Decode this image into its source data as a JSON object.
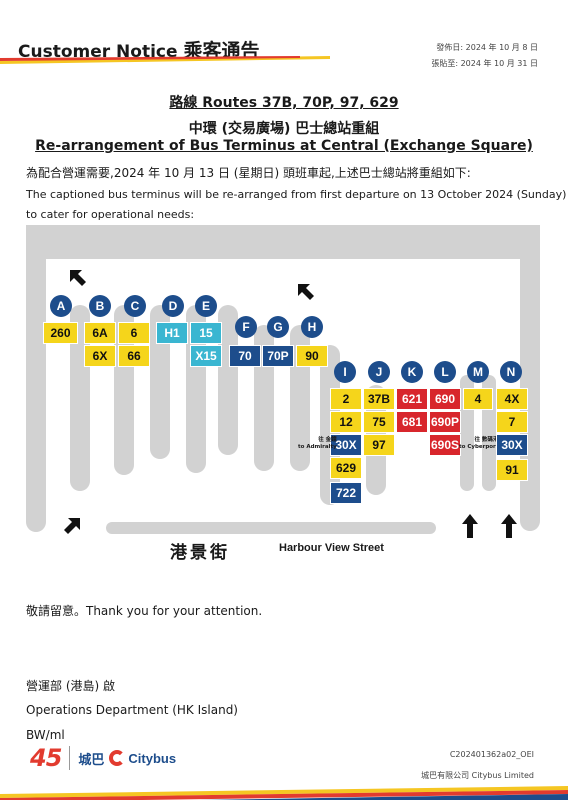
{
  "header": {
    "title_en": "Customer Notice",
    "title_zh": "乘客通告",
    "issue_date": "發佈日: 2024 年 10 月 8 日",
    "post_until": "張貼至: 2024 年 10 月 31 日"
  },
  "notice": {
    "routes_line": "路線  Routes 37B, 70P, 97, 629",
    "heading_zh": "中環 (交易廣場) 巴士總站重組",
    "heading_en": "Re-arrangement of Bus Terminus at Central (Exchange Square)",
    "body_zh": "為配合營運需要,2024 年 10 月 13 日 (星期日) 頭班車起,上述巴士總站將重組如下:",
    "body_en_1": "The captioned bus terminus will be re-arranged from first departure on 13 October 2024 (Sunday)",
    "body_en_2": "to cater for operational needs:"
  },
  "diagram": {
    "street_zh": "港景街",
    "street_en": "Harbour View Street",
    "stands": [
      {
        "label": "A",
        "routes": [
          {
            "no": "260",
            "color": "y"
          }
        ]
      },
      {
        "label": "B",
        "routes": [
          {
            "no": "6A",
            "color": "y"
          },
          {
            "no": "6X",
            "color": "y"
          }
        ]
      },
      {
        "label": "C",
        "routes": [
          {
            "no": "6",
            "color": "y"
          },
          {
            "no": "66",
            "color": "y"
          }
        ]
      },
      {
        "label": "D",
        "routes": [
          {
            "no": "H1",
            "color": "c"
          }
        ]
      },
      {
        "label": "E",
        "routes": [
          {
            "no": "15",
            "color": "c"
          },
          {
            "no": "X15",
            "color": "c"
          }
        ]
      },
      {
        "label": "F",
        "routes": [
          {
            "no": "70",
            "color": "b"
          }
        ]
      },
      {
        "label": "G",
        "routes": [
          {
            "no": "70P",
            "color": "b"
          }
        ]
      },
      {
        "label": "H",
        "routes": [
          {
            "no": "90",
            "color": "y"
          }
        ]
      },
      {
        "label": "I",
        "routes": [
          {
            "no": "2",
            "color": "y"
          },
          {
            "no": "12",
            "color": "y"
          },
          {
            "no": "30X",
            "color": "b"
          },
          {
            "no": "629",
            "color": "y"
          },
          {
            "no": "722",
            "color": "b"
          }
        ]
      },
      {
        "label": "J",
        "routes": [
          {
            "no": "37B",
            "color": "y"
          },
          {
            "no": "75",
            "color": "y"
          },
          {
            "no": "97",
            "color": "y"
          }
        ]
      },
      {
        "label": "K",
        "routes": [
          {
            "no": "621",
            "color": "r"
          },
          {
            "no": "681",
            "color": "r"
          }
        ]
      },
      {
        "label": "L",
        "routes": [
          {
            "no": "690",
            "color": "r"
          },
          {
            "no": "690P",
            "color": "r"
          },
          {
            "no": "690S",
            "color": "r"
          }
        ]
      },
      {
        "label": "M",
        "routes": [
          {
            "no": "4",
            "color": "y"
          }
        ]
      },
      {
        "label": "N",
        "routes": [
          {
            "no": "4X",
            "color": "y"
          },
          {
            "no": "7",
            "color": "y"
          },
          {
            "no": "30X",
            "color": "b"
          },
          {
            "no": "91",
            "color": "y"
          }
        ]
      }
    ],
    "side_i_zh": "往 金鐘",
    "side_i_en": "to Admiralty",
    "side_n_zh": "往 數碼港",
    "side_n_en": "to Cyberport"
  },
  "footer": {
    "thanks": "敬請留意。Thank you for your attention.",
    "dept_zh": "營運部 (港島) 啟",
    "dept_en": "Operations Department (HK Island)",
    "initials": "BW/ml",
    "ref": "C202401362a02_OEI",
    "company": "城巴有限公司 Citybus Limited",
    "brand_zh": "城巴",
    "brand_en": "Citybus",
    "logo_text": "45"
  },
  "colors": {
    "brand_red": "#e23b2f",
    "brand_yellow": "#f5c623",
    "brand_blue": "#1d4d8c",
    "route_yellow": "#f5d51b",
    "route_cyan": "#3ab6d1",
    "route_red": "#d8262c",
    "road_grey": "#d2d2d2"
  }
}
